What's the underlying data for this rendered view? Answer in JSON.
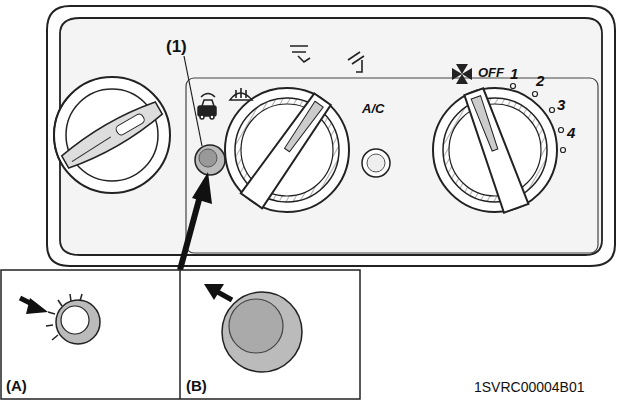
{
  "diagram": {
    "labels": [
      "(1)",
      "OFF",
      "1",
      "2",
      "3",
      "4",
      "A/C",
      "(A)",
      "(B)",
      "1SVRC00004B01"
    ]
  }
}
